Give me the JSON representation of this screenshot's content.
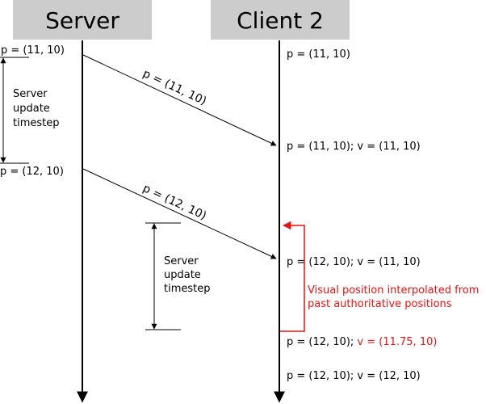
{
  "colors": {
    "header_fill": "#cccccc",
    "line": "#000000",
    "accent": "#ee1111"
  },
  "lanes": {
    "server": "Server",
    "client": "Client 2"
  },
  "server_side": {
    "pos_1": "p = (11, 10)",
    "pos_2": "p = (12, 10)",
    "timestep_1": [
      "Server",
      "update",
      "timestep"
    ],
    "timestep_2": [
      "Server",
      "update",
      "timestep"
    ]
  },
  "messages": {
    "msg_1": "p = (11, 10)",
    "msg_2": "p = (12, 10)"
  },
  "client_side": {
    "state_0": "p = (11, 10)",
    "state_1": "p = (11, 10); v = (11, 10)",
    "state_2": "p = (12, 10); v = (11, 10)",
    "state_3_prefix": "p = (12, 10); ",
    "state_3_highlight": "v = (11.75, 10)",
    "state_4": "p = (12, 10); v = (12, 10)",
    "interpolation_note": [
      "Visual position interpolated from",
      "past authoritative positions"
    ]
  }
}
